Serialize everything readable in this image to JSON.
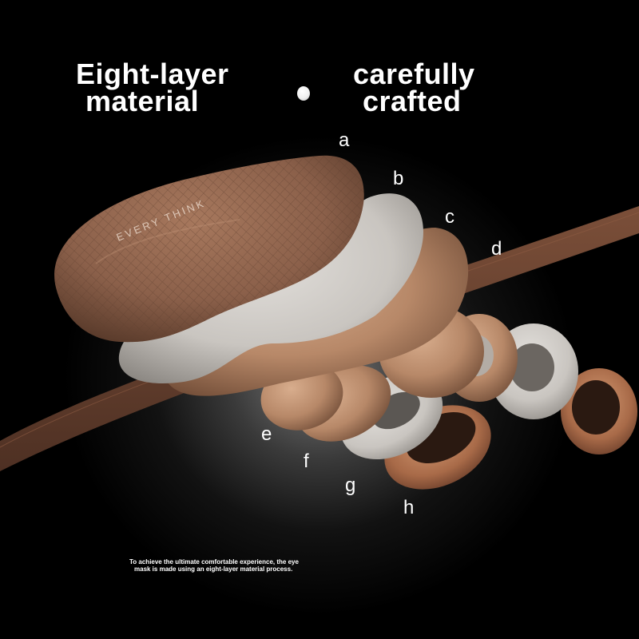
{
  "headline": {
    "left": {
      "line1": "Eight-layer",
      "line2": "material"
    },
    "right": {
      "line1": "carefully",
      "line2": "crafted"
    }
  },
  "product": {
    "brand_text": "EVERY THINK"
  },
  "layer_labels": [
    "a",
    "b",
    "c",
    "d",
    "e",
    "f",
    "g",
    "h"
  ],
  "caption": {
    "line1": "To achieve the ultimate comfortable experience, the eye",
    "line2": "mask is made using an eight-layer material process."
  },
  "colors": {
    "background": "#000000",
    "strap": "#6b4330",
    "fabric": "#8b604a",
    "foam": "#c9c5c0",
    "skin": "#b78868",
    "text": "#ffffff"
  }
}
